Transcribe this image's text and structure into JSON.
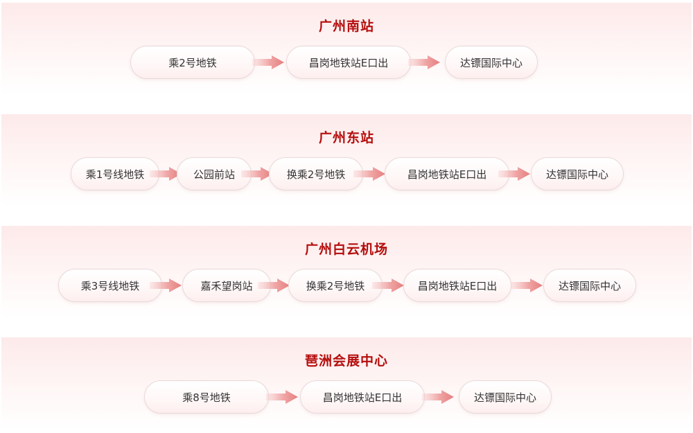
{
  "routes": [
    {
      "title": "广州南站",
      "steps": [
        "乘2号地铁",
        "昌岗地铁站E口出",
        "达镖国际中心"
      ]
    },
    {
      "title": "广州东站",
      "steps": [
        "乘1号线地铁",
        "公园前站",
        "换乘2号地铁",
        "昌岗地铁站E口出",
        "达镖国际中心"
      ]
    },
    {
      "title": "广州白云机场",
      "steps": [
        "乘3号线地铁",
        "嘉禾望岗站",
        "换乘2号地铁",
        "昌岗地铁站E口出",
        "达镖国际中心"
      ]
    },
    {
      "title": "琶洲会展中心",
      "steps": [
        "乘8号地铁",
        "昌岗地铁站E口出",
        "达镖国际中心"
      ]
    }
  ],
  "colors": {
    "title": "#b50d0d",
    "arrow": "#e98a8a",
    "pill_border": "#e8d9d9"
  }
}
